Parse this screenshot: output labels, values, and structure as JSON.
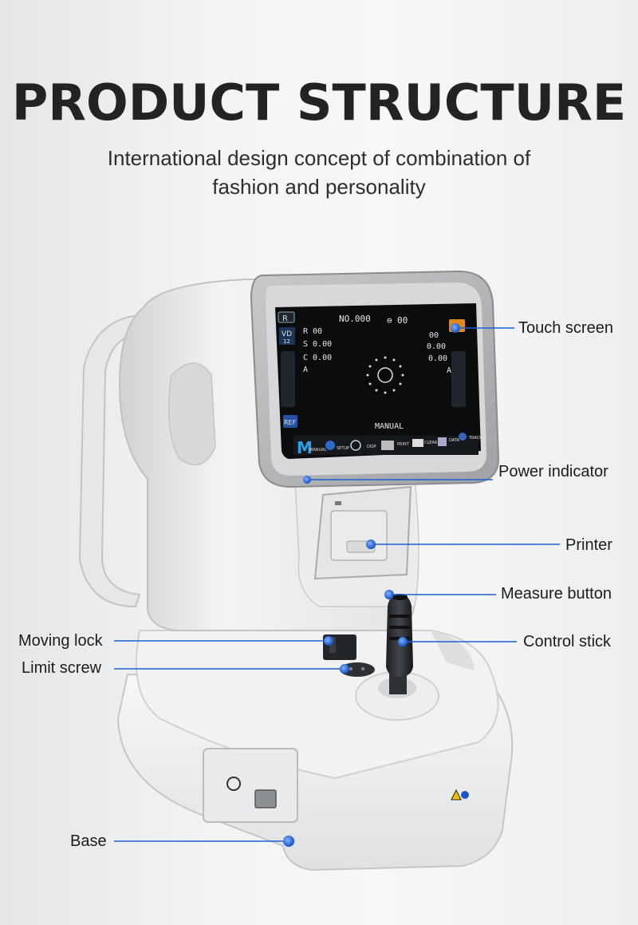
{
  "header": {
    "title": "PRODUCT STRUCTURE",
    "subtitle_line1": "International design concept of combination of",
    "subtitle_line2": "fashion and personality"
  },
  "callouts": {
    "touch_screen": "Touch screen",
    "power_indicator": "Power indicator",
    "printer": "Printer",
    "measure_button": "Measure button",
    "control_stick": "Control stick",
    "moving_lock": "Moving lock",
    "limit_screw": "Limit screw",
    "base": "Base"
  },
  "screen": {
    "counter": "NO.000",
    "link_value": "00",
    "r_button": "R",
    "vd_label": "VD",
    "vd_value": "12",
    "ref_button": "REF",
    "row_r": "R   00",
    "row_s": "S   0.00",
    "row_c": "C   0.00",
    "row_a": "A",
    "right_r": "00",
    "right_s": "0.00",
    "right_c": "0.00",
    "right_a": "A",
    "mode": "MANUAL",
    "toolbar": [
      "MANUAL",
      "SETUP",
      "DISP",
      "PRINT",
      "CLEAR",
      "DATA",
      "TRACK"
    ]
  },
  "colors": {
    "accent": "#1f5fd1",
    "title": "#232323",
    "screen_bg": "#0b0c0e"
  }
}
